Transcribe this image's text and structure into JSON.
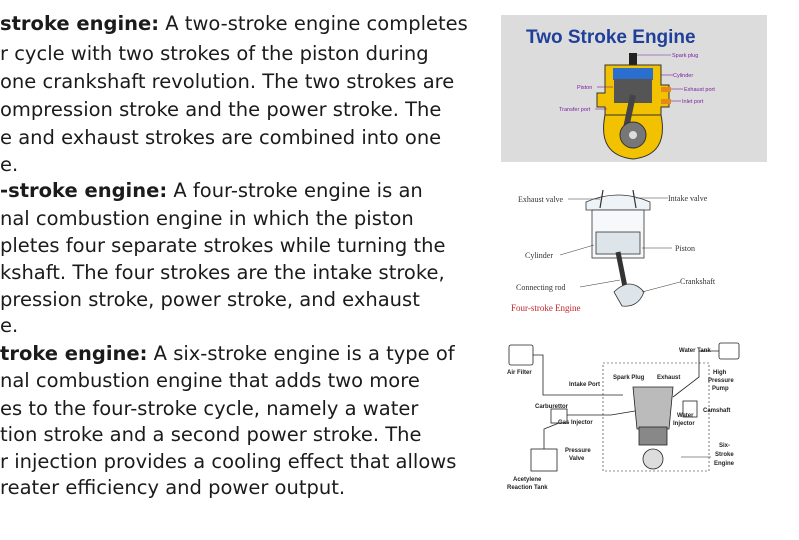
{
  "text_lines": [
    {
      "bold": "stroke engine:",
      "rest": " A two-stroke engine completes a"
    },
    {
      "bold": "",
      "rest": "r cycle with two strokes of the piston during"
    },
    {
      "bold": "",
      "rest": "one crankshaft revolution. The two strokes are"
    },
    {
      "bold": "",
      "rest": "ompression stroke and the power stroke. The"
    },
    {
      "bold": "",
      "rest": "e and exhaust strokes are combined into one"
    },
    {
      "bold": "",
      "rest": "e."
    },
    {
      "bold": "-stroke engine:",
      "rest": " A four-stroke engine is an"
    },
    {
      "bold": "",
      "rest": "nal combustion engine in which the piston"
    },
    {
      "bold": "",
      "rest": "pletes four separate strokes while turning the"
    },
    {
      "bold": "",
      "rest": "kshaft. The four strokes are the intake stroke,"
    },
    {
      "bold": "",
      "rest": "pression stroke, power stroke, and exhaust"
    },
    {
      "bold": "",
      "rest": "e."
    },
    {
      "bold": "troke engine:",
      "rest": " A six-stroke engine is a type of"
    },
    {
      "bold": "",
      "rest": "nal combustion engine that adds two more"
    },
    {
      "bold": "",
      "rest": "es to the four-stroke cycle, namely a water"
    },
    {
      "bold": "",
      "rest": "tion stroke and a second power stroke. The"
    },
    {
      "bold": "",
      "rest": "r injection provides a cooling effect that allows"
    },
    {
      "bold": "",
      "rest": "reater efficiency and power output."
    }
  ],
  "two_stroke": {
    "title": "Two Stroke Engine",
    "labels": {
      "spark_plug": "Spark plug",
      "cylinder": "Cylinder",
      "exhaust_port": "Exhaust port",
      "inlet_port": "Inlet port",
      "piston": "Piston",
      "transfer_port": "Transfer port"
    },
    "colors": {
      "title": "#1f3f9a",
      "label": "#7a1fa0",
      "body": "#f2c200"
    }
  },
  "four_stroke": {
    "caption": "Four-stroke Engine",
    "labels": {
      "exhaust_valve": "Exhaust valve",
      "intake_valve": "Intake valve",
      "cylinder": "Cylinder",
      "piston": "Piston",
      "crankshaft": "Crankshaft",
      "connecting_rod": "Connecting rod"
    },
    "colors": {
      "caption": "#c0262d"
    }
  },
  "six_stroke": {
    "labels": {
      "water_tank": "Water Tank",
      "air_filter": "Air Filter",
      "intake_port": "Intake Port",
      "spark_plug": "Spark Plug",
      "exhaust": "Exhaust",
      "high_pressure_pump": [
        "High",
        "Pressure",
        "Pump"
      ],
      "carburettor": "Carburettor",
      "camshaft": "Camshaft",
      "gas_injector": "Gas Injector",
      "water_injector": [
        "Water",
        "Injector"
      ],
      "pressure_valve": [
        "Pressure",
        "Valve"
      ],
      "six_stroke_engine": [
        "Six-",
        "Stroke",
        "Engine"
      ],
      "acetylene_tank": [
        "Acetylene",
        "Reaction Tank"
      ]
    }
  }
}
